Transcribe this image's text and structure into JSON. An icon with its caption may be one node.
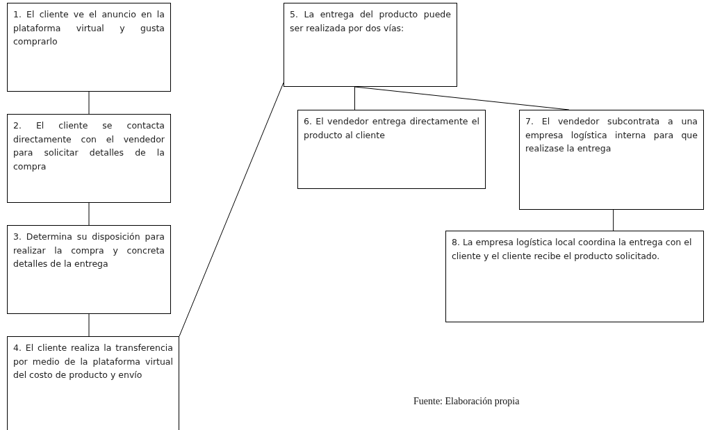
{
  "diagram": {
    "caption": "Fuente: Elaboración propia",
    "nodes": [
      {
        "text": [
          "1. El cliente ve el anuncio en la plataforma virtual y gusta comprarlo"
        ]
      },
      {
        "text": [
          "2. El cliente se contacta directamente con el vendedor para solicitar detalles de la compra"
        ]
      },
      {
        "text": [
          "3. Determina su disposición para realizar la compra y concreta detalles de la entrega"
        ]
      },
      {
        "text": [
          "4. El cliente realiza la transferencia por medio de la plataforma virtual del costo de producto y envío"
        ]
      },
      {
        "text": [
          "5. La entrega del producto puede ser realizada por dos vías:"
        ]
      },
      {
        "text": [
          "6. El vendedor entrega directamente el producto al cliente"
        ]
      },
      {
        "text": [
          "7. El vendedor subcontrata a una empresa logística interna para que realizase la entrega"
        ]
      },
      {
        "text": [
          "8. La empresa logística local coordina la entrega con el cliente y el cliente recibe el producto solicitado."
        ]
      }
    ],
    "edges": [
      {
        "from": 0,
        "to": 1,
        "arrow": "none"
      },
      {
        "from": 1,
        "to": 2,
        "arrow": "none"
      },
      {
        "from": 2,
        "to": 3,
        "arrow": "none"
      },
      {
        "from": 3,
        "to": 4,
        "arrow": "none"
      },
      {
        "from": 4,
        "to": 5,
        "arrow": "none"
      },
      {
        "from": 4,
        "to": 6,
        "arrow": "none"
      },
      {
        "from": 6,
        "to": 7,
        "arrow": "none"
      }
    ]
  }
}
